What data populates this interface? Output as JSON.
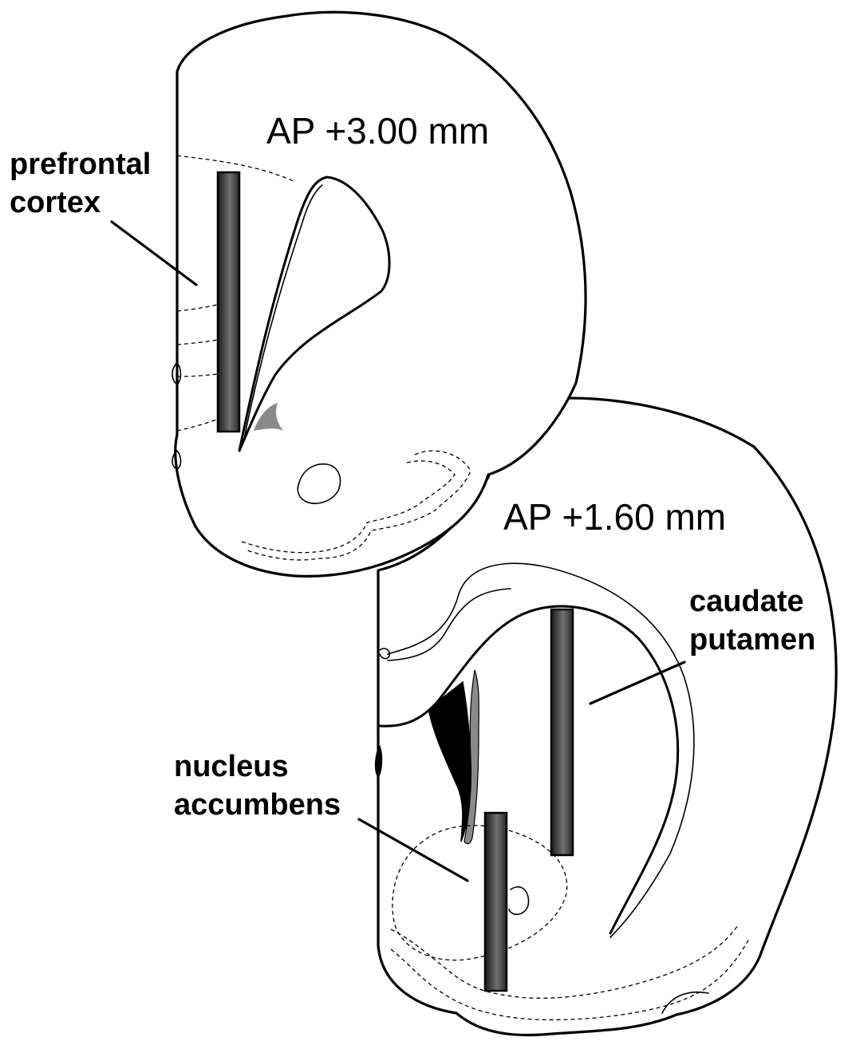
{
  "sections": [
    {
      "id": "anterior",
      "label": "AP +3.00 mm"
    },
    {
      "id": "posterior",
      "label": "AP +1.60 mm"
    }
  ],
  "regions": {
    "prefrontal": [
      "prefrontal",
      "cortex"
    ],
    "caudate": [
      "caudate",
      "putamen"
    ],
    "accumbens": [
      "nucleus",
      "accumbens"
    ]
  },
  "colors": {
    "probe_dark": "#1a1a1a",
    "probe_mid": "#707070",
    "ventricle_gray": "#8a8a8a",
    "ink": "#000000"
  }
}
